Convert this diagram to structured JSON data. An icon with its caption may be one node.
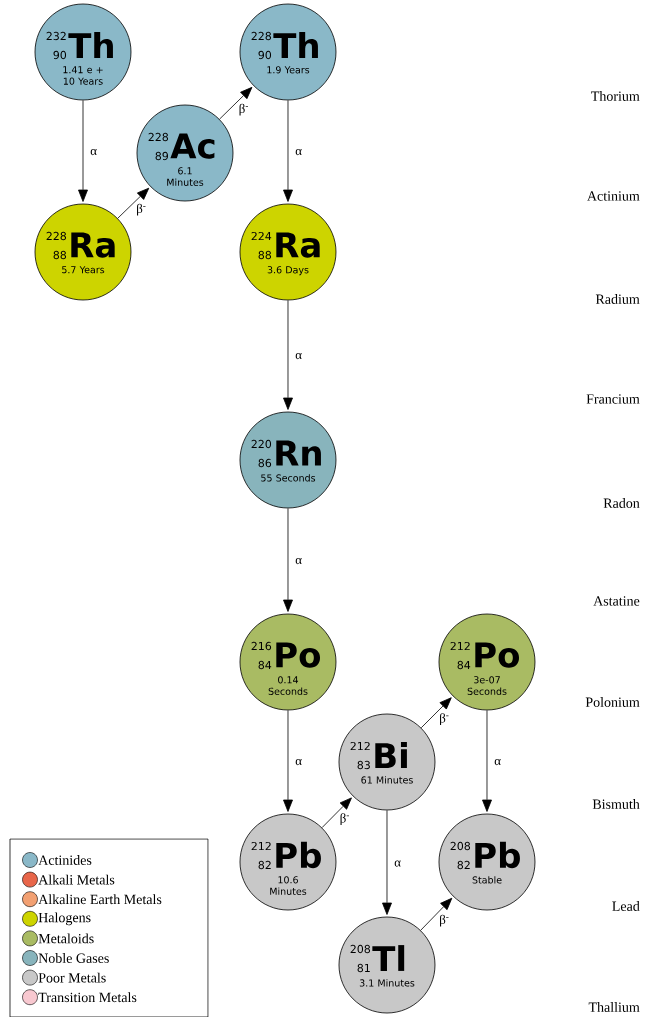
{
  "diagram": {
    "nodes": [
      {
        "text": [
          "232",
          "90",
          "Th",
          "1.41 e + 10 Years"
        ]
      },
      {
        "text": [
          "228",
          "90",
          "Th",
          "1.9 Years"
        ]
      },
      {
        "text": [
          "228",
          "89",
          "Ac",
          "6.1 Minutes"
        ]
      },
      {
        "text": [
          "228",
          "88",
          "Ra",
          "5.7 Years"
        ]
      },
      {
        "text": [
          "224",
          "88",
          "Ra",
          "3.6 Days"
        ]
      },
      {
        "text": [
          "220",
          "86",
          "Rn",
          "55 Seconds"
        ]
      },
      {
        "text": [
          "216",
          "84",
          "Po",
          "0.14 Seconds"
        ]
      },
      {
        "text": [
          "212",
          "84",
          "Po",
          "3e-07 Seconds"
        ]
      },
      {
        "text": [
          "212",
          "83",
          "Bi",
          "61 Minutes"
        ]
      },
      {
        "text": [
          "212",
          "82",
          "Pb",
          "10.6 Minutes"
        ]
      },
      {
        "text": [
          "208",
          "82",
          "Pb",
          "Stable"
        ]
      },
      {
        "text": [
          "208",
          "81",
          "Tl",
          "3.1 Minutes"
        ]
      }
    ],
    "edges": [
      {
        "from": 0,
        "to": 3,
        "arrow": "to",
        "label": "α"
      },
      {
        "from": 3,
        "to": 2,
        "arrow": "to",
        "label": "β$^{-}$"
      },
      {
        "from": 2,
        "to": 1,
        "arrow": "to",
        "label": "β$^{-}$"
      },
      {
        "from": 1,
        "to": 4,
        "arrow": "to",
        "label": "α"
      },
      {
        "from": 4,
        "to": 5,
        "arrow": "to",
        "label": "α"
      },
      {
        "from": 5,
        "to": 6,
        "arrow": "to",
        "label": "α"
      },
      {
        "from": 6,
        "to": 9,
        "arrow": "to",
        "label": "α"
      },
      {
        "from": 9,
        "to": 8,
        "arrow": "to",
        "label": "β$^{-}$"
      },
      {
        "from": 8,
        "to": 7,
        "arrow": "to",
        "label": "β$^{-}$"
      },
      {
        "from": 8,
        "to": 11,
        "arrow": "to",
        "label": "α"
      },
      {
        "from": 7,
        "to": 10,
        "arrow": "to",
        "label": "α"
      },
      {
        "from": 11,
        "to": 10,
        "arrow": "to",
        "label": "β$^{-}$"
      }
    ],
    "labels": [
      "Thorium",
      "Actinium",
      "Radium",
      "Francium",
      "Radon",
      "Astatine",
      "Polonium",
      "Bismuth",
      "Lead",
      "Thallium"
    ],
    "legend": [
      {
        "text": "Actinides",
        "color": "#8ab8c8"
      },
      {
        "text": "Alkali Metals",
        "color": "#e8664a"
      },
      {
        "text": "Alkaline Earth Metals",
        "color": "#f2a072"
      },
      {
        "text": "Halogens",
        "color": "#cdd400"
      },
      {
        "text": "Metaloids",
        "color": "#a9bb63"
      },
      {
        "text": "Noble Gases",
        "color": "#88b4bc"
      },
      {
        "text": "Poor Metals",
        "color": "#c8c8c8"
      },
      {
        "text": "Transition Metals",
        "color": "#f8c8d0"
      }
    ]
  }
}
